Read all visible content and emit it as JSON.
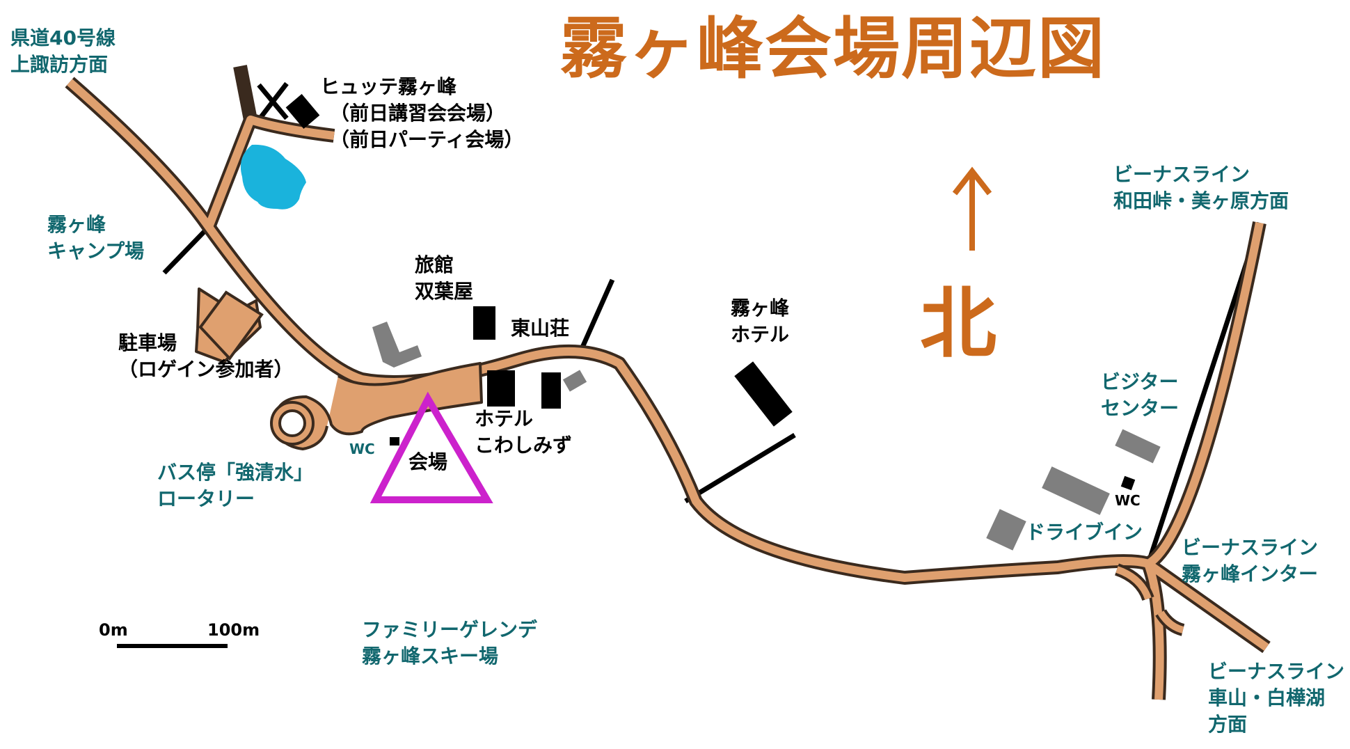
{
  "title": "霧ヶ峰会場周辺図",
  "north_label": "北",
  "colors": {
    "road_fill": "#dfa06f",
    "road_edge": "#3a2a1e",
    "title": "#cc6a1c",
    "teal_text": "#11676e",
    "pond": "#1ab3dc",
    "building_black": "#000000",
    "building_gray": "#7f7f7f",
    "venue_marker": "#cc22cc"
  },
  "labels": {
    "route40_line1": "県道40号線",
    "route40_line2": "上諏訪方面",
    "hutte_line1": "ヒュッテ霧ヶ峰",
    "hutte_line2": "（前日講習会会場）",
    "hutte_line3": "（前日パーティ会場）",
    "camp_line1": "霧ヶ峰",
    "camp_line2": "キャンプ場",
    "parking_line1": "駐車場",
    "parking_line2": "（ロゲイン参加者）",
    "ryokan_line1": "旅館",
    "ryokan_line2": "双葉屋",
    "higashiyama": "東山荘",
    "hotel_kk_line1": "霧ヶ峰",
    "hotel_kk_line2": "ホテル",
    "hotel_kowa_line1": "ホテル",
    "hotel_kowa_line2": "こわしみず",
    "wc_left": "WC",
    "venue": "会場",
    "bus_line1": "バス停「強清水」",
    "bus_line2": "ロータリー",
    "venus_top_line1": "ビーナスライン",
    "venus_top_line2": "和田峠・美ヶ原方面",
    "visitor_line1": "ビジター",
    "visitor_line2": "センター",
    "wc_right": "WC",
    "drivein": "ドライブイン",
    "venus_ic_line1": "ビーナスライン",
    "venus_ic_line2": "霧ヶ峰インター",
    "venus_bottom_line1": "ビーナスライン",
    "venus_bottom_line2": "車山・白樺湖",
    "venus_bottom_line3": "方面",
    "ski_line1": "ファミリーゲレンデ",
    "ski_line2": "霧ヶ峰スキー場",
    "scale_start": "0m",
    "scale_end": "100m"
  }
}
